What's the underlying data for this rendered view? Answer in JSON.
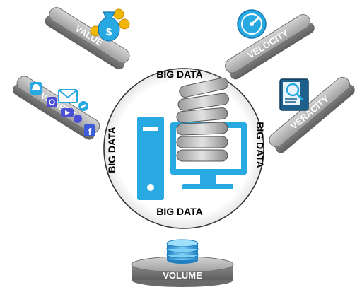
{
  "center": {
    "ring_labels": {
      "top": "BIG DATA",
      "bottom": "BIG DATA",
      "left": "BIG DATA",
      "right": "BIG DATA"
    }
  },
  "pedestals": [
    {
      "id": "value",
      "label": "VALUE",
      "icon": "money-bag-coins-icon"
    },
    {
      "id": "velocity",
      "label": "VELOCITY",
      "icon": "speedometer-icon"
    },
    {
      "id": "variety",
      "label": "VARIETY",
      "icon": "social-media-icons-cluster"
    },
    {
      "id": "veracity",
      "label": "VERACITY",
      "icon": "document-magnifier-icon"
    },
    {
      "id": "volume",
      "label": "VOLUME",
      "icon": "database-stack-icon"
    }
  ],
  "colors": {
    "accent_blue": "#29a9e1",
    "slab_top": "#b9b9b9",
    "slab_side": "#7d7d7d",
    "disc_gray": "#c8c8c8",
    "text_white": "#ffffff",
    "text_black": "#000000"
  }
}
